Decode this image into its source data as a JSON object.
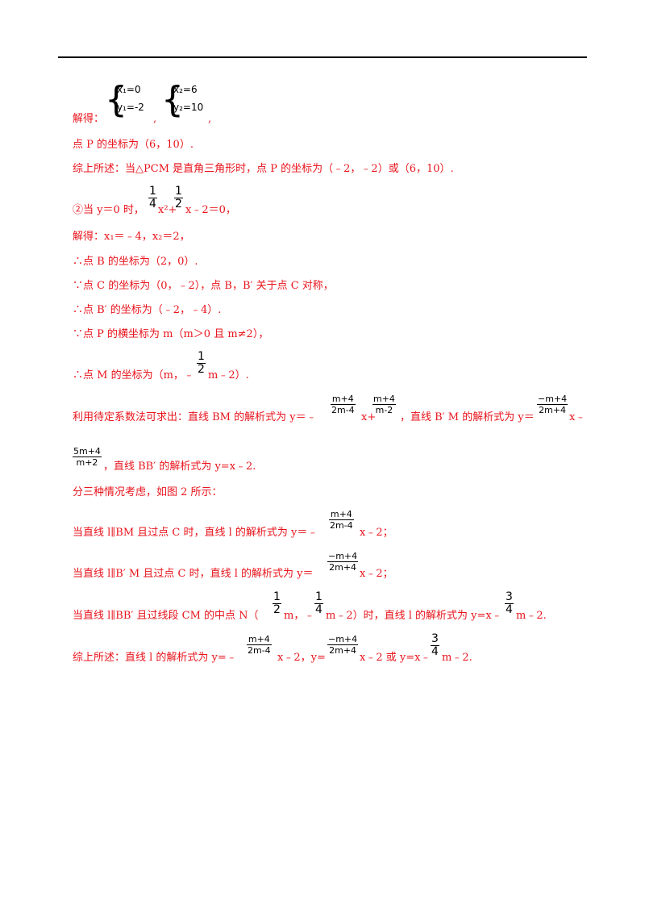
{
  "system": {
    "lead": "解得：",
    "sys1_a": "x₁=0",
    "sys1_b": "y₁=-2",
    "sep": ",",
    "sys2_a": "x₂=6",
    "sys2_b": "y₂=10",
    "end": ","
  },
  "lines": {
    "l1": "点 P 的坐标为（6，10）.",
    "l2": "综上所述：当△PCM 是直角三角形时，点 P 的坐标为（﹣2，﹣2）或（6，10）.",
    "l3a": "②当 y＝0 时，",
    "l3b": "x²+",
    "l3c": "x﹣2＝0，",
    "l4": "解得：x₁＝﹣4，x₂＝2，",
    "l5": "∴点 B 的坐标为（2，0）.",
    "l6": "∵点 C 的坐标为（0，﹣2），点 B，B′ 关于点 C 对称，",
    "l7": "∴点 B′ 的坐标为（﹣2，﹣4）.",
    "l8": "∵点 P 的横坐标为 m（m＞0 且 m≠2），",
    "l9a": "∴点 M 的坐标为（m，﹣",
    "l9b": "m﹣2）.",
    "l10a": "利用待定系数法可求出：直线 BM 的解析式为 y＝﹣",
    "l10b": "x+",
    "l10c": "，直线 B′ M 的解析式为 y＝",
    "l10d": "x﹣",
    "l11": "，直线 BB′ 的解析式为 y=x﹣2.",
    "l12": "分三种情况考虑，如图 2 所示：",
    "l13a": "当直线 l∥BM 且过点 C 时，直线 l 的解析式为 y＝﹣",
    "l13b": "x﹣2；",
    "l14a": "当直线 l∥B′ M 且过点 C 时，直线 l 的解析式为 y＝",
    "l14b": "x﹣2；",
    "l15a": "当直线 l∥BB′ 且过线段 CM 的中点 N（",
    "l15b": "m，﹣",
    "l15c": "m﹣2）时，直线 l 的解析式为 y=x﹣",
    "l15d": "m﹣2.",
    "l16a": "综上所述：直线 l 的解析式为 y=﹣",
    "l16b": "x﹣2，y=",
    "l16c": "x﹣2 或 y=x﹣",
    "l16d": "m﹣2."
  },
  "fractions": {
    "quarter": {
      "n": "1",
      "d": "4"
    },
    "half": {
      "n": "1",
      "d": "2"
    },
    "bm": {
      "n": "m+4",
      "d": "2m-4"
    },
    "bm_int": {
      "n": "m+4",
      "d": "m-2"
    },
    "bpm": {
      "n": "−m+4",
      "d": "2m+4"
    },
    "bpm_int": {
      "n": "5m+4",
      "d": "m+2"
    },
    "three_quarter": {
      "n": "3",
      "d": "4"
    }
  }
}
